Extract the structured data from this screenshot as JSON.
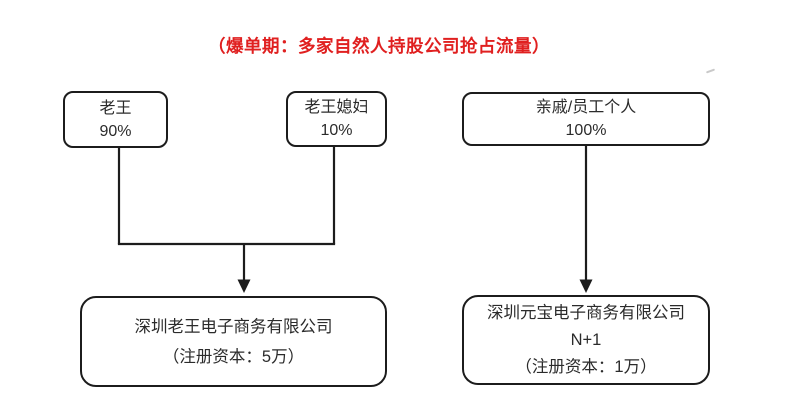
{
  "title": {
    "text": "（爆单期：多家自然人持股公司抢占流量）"
  },
  "left_structure": {
    "shareholders": [
      {
        "name": "老王",
        "share": "90%"
      },
      {
        "name": "老王媳妇",
        "share": "10%"
      }
    ],
    "company": {
      "name": "深圳老王电子商务有限公司",
      "capital_note": "（注册资本：5万）"
    }
  },
  "right_structure": {
    "shareholders": [
      {
        "name": "亲戚/员工个人",
        "share": "100%"
      }
    ],
    "company": {
      "name": "深圳元宝电子商务有限公司",
      "count_label": "N+1",
      "capital_note": "（注册资本：1万）"
    }
  },
  "colors": {
    "title_red": "#e02020",
    "line_black": "#1c1c1c",
    "text_dark": "#2b2b2b",
    "background": "#ffffff"
  }
}
